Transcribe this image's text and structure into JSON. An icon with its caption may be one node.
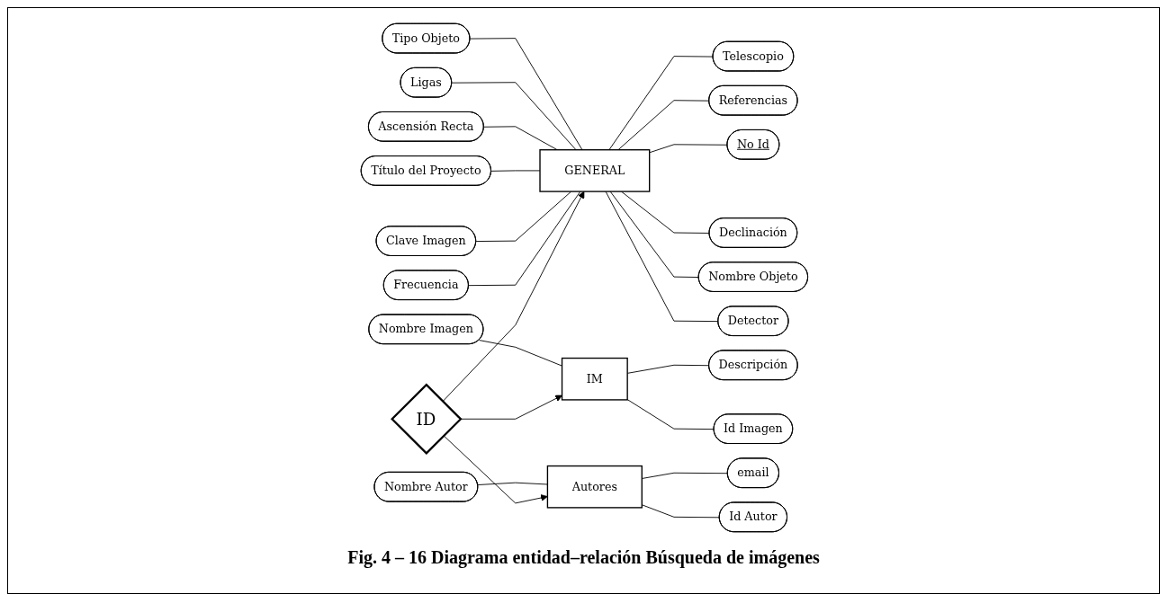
{
  "diagram": {
    "caption": "Fig. 4 – 16 Diagrama entidad–relación Búsqueda de imágenes",
    "nodes": [
      {
        "text": [
          "Frecuencia"
        ]
      },
      {
        "text": [
          "Nombre Imagen"
        ]
      },
      {
        "text": [
          "Clave Imagen"
        ]
      },
      {
        "text": [
          "Título del Proyecto"
        ]
      },
      {
        "text": [
          "Ascensión Recta"
        ]
      },
      {
        "text": [
          "Ligas"
        ]
      },
      {
        "text": [
          "Tipo Objeto"
        ]
      },
      {
        "text": [
          "GENERAL"
        ]
      },
      {
        "text": [
          "ID"
        ]
      },
      {
        "text": [
          "IM"
        ]
      },
      {
        "text": [
          "Descripción"
        ]
      },
      {
        "text": [
          "Telescopio"
        ]
      },
      {
        "text": [
          "Referencias"
        ]
      },
      {
        "text": [
          "No Id"
        ]
      },
      {
        "text": [
          "Declinación"
        ]
      },
      {
        "text": [
          "Nombre Objeto"
        ]
      },
      {
        "text": [
          "Detector"
        ]
      },
      {
        "text": [
          "Id Imagen"
        ]
      },
      {
        "text": [
          "Nombre Autor"
        ]
      },
      {
        "text": [
          "Autores"
        ]
      },
      {
        "text": [
          "email"
        ]
      },
      {
        "text": [
          "Id Autor"
        ]
      }
    ],
    "edges": [
      {
        "from": 8,
        "to": 7,
        "arrow": "to"
      },
      {
        "from": 8,
        "to": 9,
        "arrow": "to"
      },
      {
        "from": 8,
        "to": 19,
        "arrow": "to"
      },
      {
        "from": 0,
        "to": 7,
        "arrow": "none"
      },
      {
        "from": 2,
        "to": 7,
        "arrow": "none"
      },
      {
        "from": 3,
        "to": 7,
        "arrow": "none"
      },
      {
        "from": 4,
        "to": 7,
        "arrow": "none"
      },
      {
        "from": 5,
        "to": 7,
        "arrow": "none"
      },
      {
        "from": 6,
        "to": 7,
        "arrow": "none"
      },
      {
        "from": 7,
        "to": 11,
        "arrow": "none"
      },
      {
        "from": 7,
        "to": 12,
        "arrow": "none"
      },
      {
        "from": 7,
        "to": 13,
        "arrow": "none"
      },
      {
        "from": 7,
        "to": 14,
        "arrow": "none"
      },
      {
        "from": 7,
        "to": 15,
        "arrow": "none"
      },
      {
        "from": 7,
        "to": 16,
        "arrow": "none"
      },
      {
        "from": 1,
        "to": 9,
        "arrow": "none"
      },
      {
        "from": 9,
        "to": 10,
        "arrow": "none"
      },
      {
        "from": 9,
        "to": 17,
        "arrow": "none"
      },
      {
        "from": 18,
        "to": 19,
        "arrow": "none"
      },
      {
        "from": 19,
        "to": 20,
        "arrow": "none"
      },
      {
        "from": 19,
        "to": 21,
        "arrow": "none"
      }
    ]
  }
}
